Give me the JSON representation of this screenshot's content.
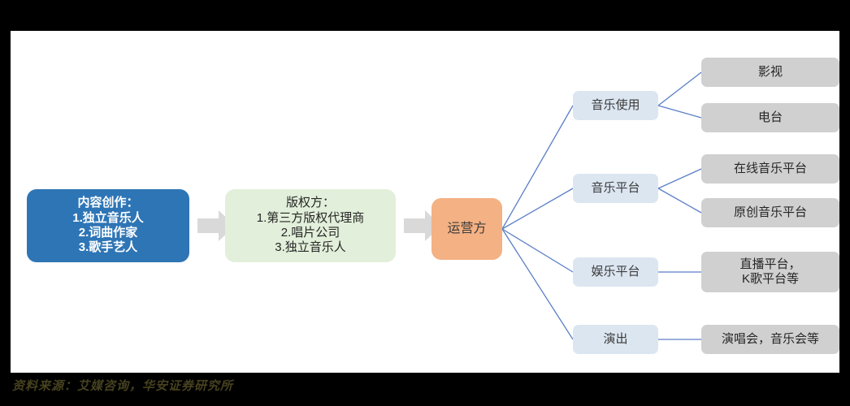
{
  "figure": {
    "background_color": "#FFFFFF",
    "outer_color": "#000000",
    "source_note": "资料来源：艾媒咨询，华安证券研究所"
  },
  "colors": {
    "stage1": "#2E75B6",
    "stage2": "#E2EFDA",
    "stage3": "#F4B183",
    "stage4": "#DCE6F1",
    "stage5": "#D0D0D0",
    "connector": "#5B7FC7",
    "block_arrow": "#D9D9D9",
    "source_text": "#46411F"
  },
  "stage1": {
    "title": "内容创作：",
    "items": [
      "1.独立音乐人",
      "2.词曲作家",
      "3.歌手艺人"
    ],
    "text": "内容创作：\n1.独立音乐人\n2.词曲作家\n3.歌手艺人"
  },
  "stage2": {
    "title": "版权方：",
    "items": [
      "1.第三方版权代理商",
      "2.唱片公司",
      "3.独立音乐人"
    ],
    "text": "版权方：\n1.第三方版权代理商\n2.唱片公司\n3.独立音乐人"
  },
  "stage3": {
    "label": "运营方"
  },
  "stage4": {
    "nodes": [
      {
        "label": "音乐使用"
      },
      {
        "label": "音乐平台"
      },
      {
        "label": "娱乐平台"
      },
      {
        "label": "演出"
      }
    ]
  },
  "stage5": {
    "nodes": [
      {
        "label": "影视"
      },
      {
        "label": "电台"
      },
      {
        "label": "在线音乐平台"
      },
      {
        "label": "原创音乐平台"
      },
      {
        "label": "直播平台，\nK歌平台等"
      },
      {
        "label": "演唱会，音乐会等"
      }
    ]
  }
}
